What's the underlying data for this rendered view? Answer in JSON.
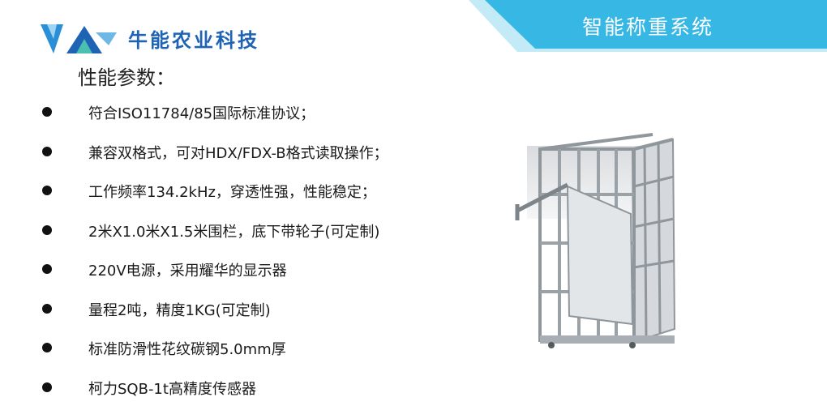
{
  "header": {
    "banner_title": "智能称重系统",
    "banner_color": "#36b7e4",
    "banner_shadow_color": "#8fd8f0"
  },
  "logo": {
    "company_name": "牛能农业科技",
    "text_color": "#1f64b4",
    "mark_colors": [
      "#2a8fd6",
      "#1f64b4",
      "#4cc0b0"
    ]
  },
  "content": {
    "section_title": "性能参数：",
    "specs": [
      "符合ISO11784/85国际标准协议；",
      "兼容双格式，可对HDX/FDX-B格式读取操作；",
      "工作频率134.2kHz，穿透性强，性能稳定；",
      "2米X1.0米X1.5米围栏，底下带轮子(可定制)",
      "220V电源，采用耀华的显示器",
      "量程2吨，精度1KG(可定制)",
      "标准防滑性花纹碳钢5.0mm厚",
      "柯力SQB-1t高精度传感器"
    ]
  },
  "photo": {
    "subject": "livestock-weighing-cage"
  }
}
